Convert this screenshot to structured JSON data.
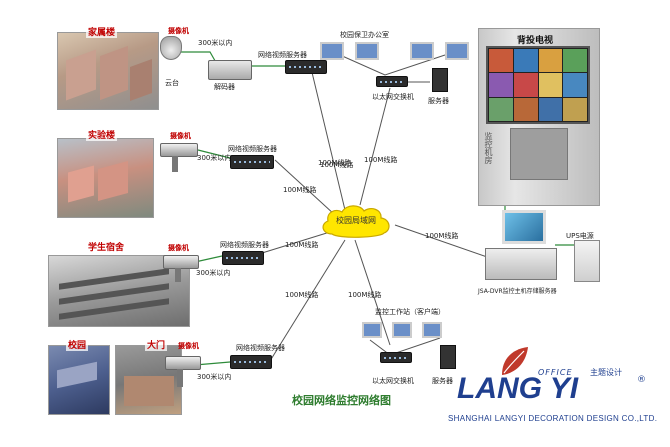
{
  "sites": {
    "dorm": {
      "title": "家属楼",
      "camera": "摄像机",
      "distance": "300米以内",
      "server": "网络视频服务器",
      "pan_tilt": "云台",
      "decoder": "解码器"
    },
    "lab": {
      "title": "实验楼",
      "camera": "摄像机",
      "distance": "300米以内",
      "server": "网络视频服务器"
    },
    "student": {
      "title": "学生宿舍",
      "camera": "摄像机",
      "distance": "300米以内",
      "server": "网络视频服务器"
    },
    "campus": {
      "title": "校园"
    },
    "gate": {
      "title": "大门",
      "camera": "摄像机",
      "distance": "300米以内",
      "server": "网络视频服务器"
    }
  },
  "links": {
    "dorm": "100M线路",
    "lab": "100M线路",
    "student": "100M线路",
    "gate": "100M线路",
    "office_a": "100M线路",
    "office_b": "100M线路",
    "client": "100M线路",
    "host": "100M线路"
  },
  "network": {
    "cloud": "校园局域网"
  },
  "office": {
    "title": "校园保卫办公室",
    "switch": "以太网交换机",
    "server": "服务器"
  },
  "client_area": {
    "title": "监控工作站（客户端）",
    "switch": "以太网交换机",
    "server": "服务器"
  },
  "control": {
    "title": "背投电视",
    "side_label": "监控机房",
    "host": "JSA-DVR监控主机存储服务器",
    "ups": "UPS电源"
  },
  "diagram_title": "校园网络监控网络图",
  "logo": {
    "office": "OFFICE",
    "design": "主题设计",
    "brand": "LANG YI",
    "reg": "®",
    "company": "SHANGHAI LANGYI DECORATION DESIGN CO.,LTD."
  },
  "colors": {
    "link_green": "#2e8b3a",
    "title_green": "#2f7d2f",
    "brand_blue": "#1f3f8f",
    "leaf_red": "#c0392b",
    "cloud_yellow": "#ffe600"
  }
}
